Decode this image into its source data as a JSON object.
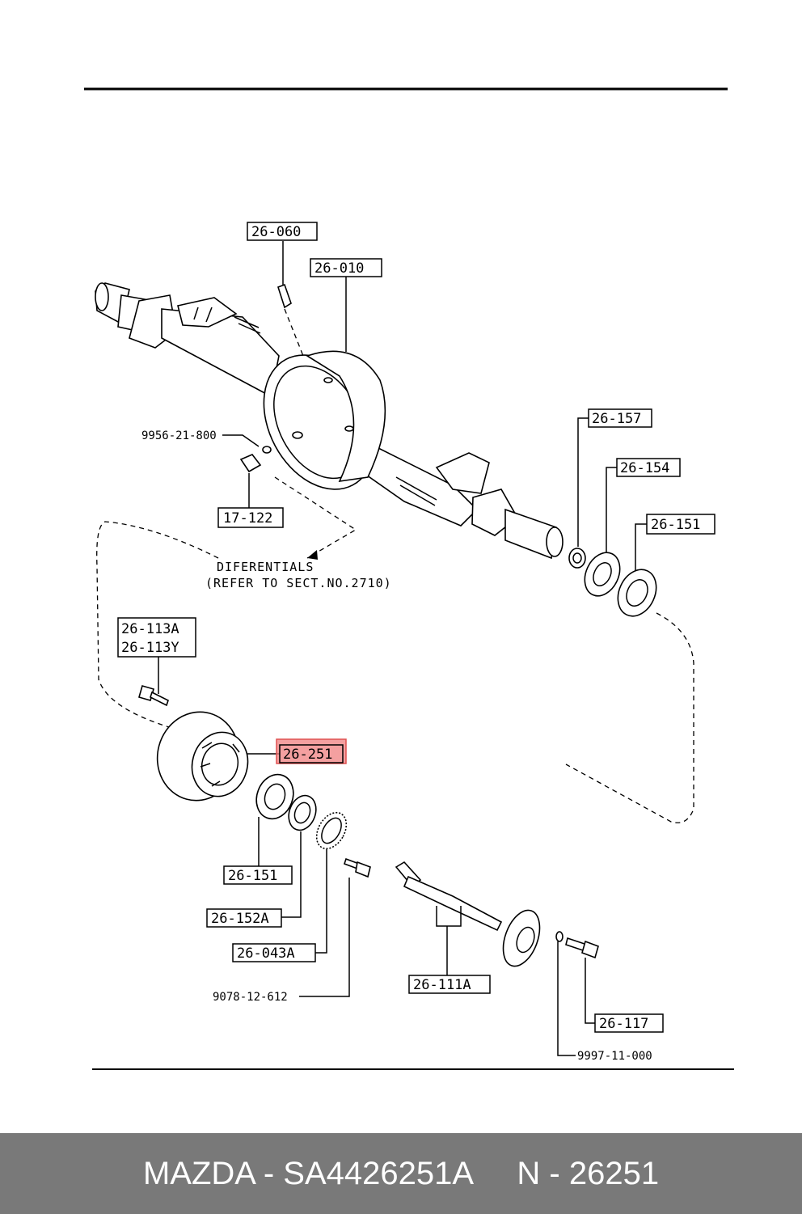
{
  "callouts": {
    "c26_060": "26-060",
    "c26_010": "26-010",
    "c26_157": "26-157",
    "c26_154": "26-154",
    "c26_151_top": "26-151",
    "c9956": "9956-21-800",
    "c17_122": "17-122",
    "c26_113A": "26-113A",
    "c26_113Y": "26-113Y",
    "c26_251": "26-251",
    "c26_151_bottom": "26-151",
    "c26_152A": "26-152A",
    "c26_043A": "26-043A",
    "c9078": "9078-12-612",
    "c26_111A": "26-111A",
    "c26_117": "26-117",
    "c9997": "9997-11-000"
  },
  "note": {
    "line1": "DIFERENTIALS",
    "line2": "(REFER TO SECT.NO.2710)"
  },
  "highlight_color": "#f08080",
  "footer": {
    "text": "MAZDA - SA4426251A     N - 26251"
  }
}
